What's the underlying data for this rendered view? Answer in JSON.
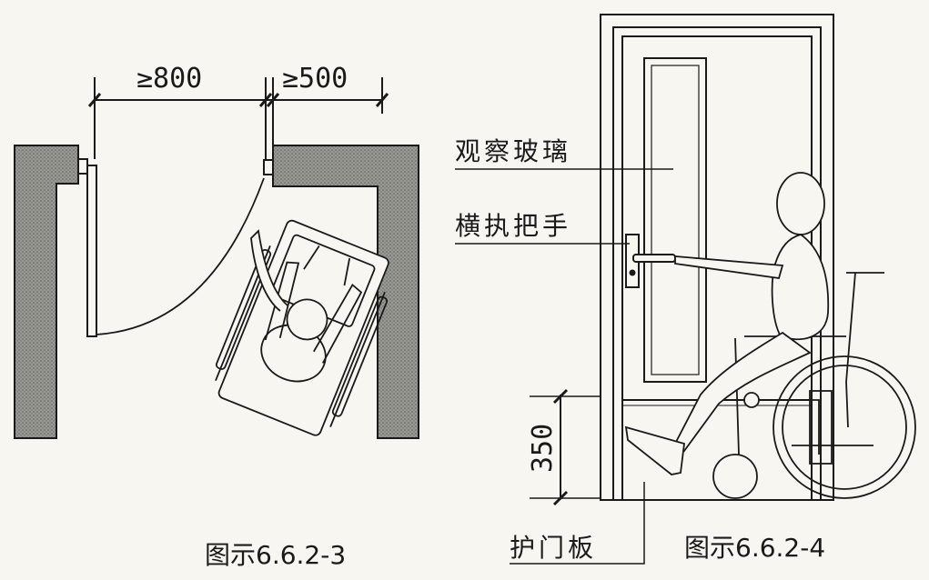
{
  "figure_left": {
    "dim_door_width": "≥800",
    "dim_side_clearance": "≥500",
    "caption": "图示6.6.2-3"
  },
  "figure_right": {
    "label_glass": "观察玻璃",
    "label_handle": "横执把手",
    "dim_kickplate_height": "350",
    "label_kickplate": "护门板",
    "caption": "图示6.6.2-4"
  },
  "colors": {
    "ink": "#1a1a1a",
    "wall_fill": "#8a8a86",
    "paper": "#f7f6f1"
  }
}
